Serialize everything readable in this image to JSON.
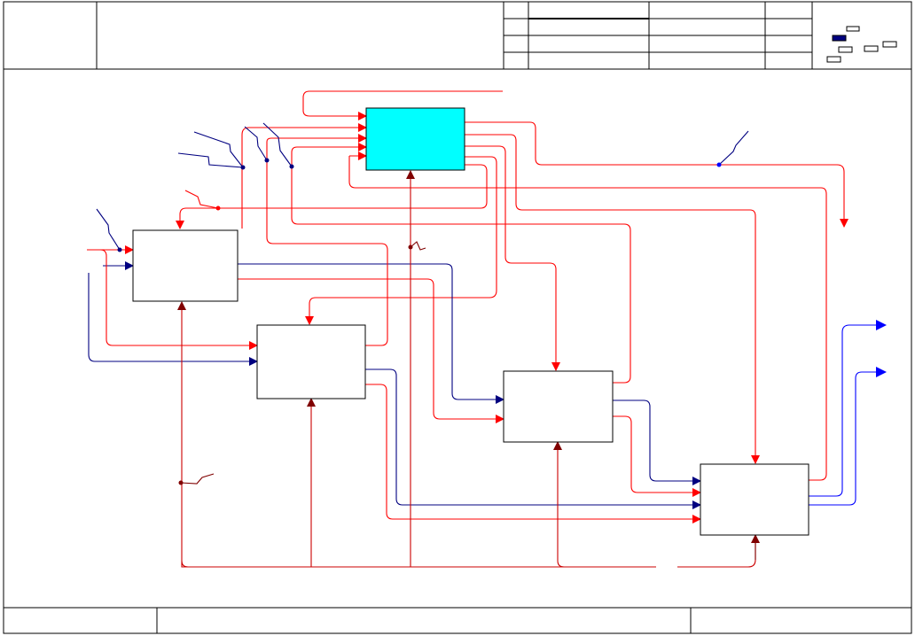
{
  "colors": {
    "frame": "#000000",
    "mechanism": "#cc0000",
    "control": "#ff0000",
    "input": "#000080",
    "output": "#0000ff",
    "context_fill": "#00ffff",
    "call_arrow": "#800000"
  },
  "header": {
    "node_label": "",
    "title": "",
    "revision_rows": [
      {
        "num": "",
        "desc": "",
        "date": "",
        "by": ""
      },
      {
        "num": "",
        "desc": "",
        "date": "",
        "by": ""
      },
      {
        "num": "",
        "desc": "",
        "date": "",
        "by": ""
      }
    ],
    "context_mini_icon": "context-diagram-icon"
  },
  "diagram": {
    "boxes": [
      {
        "id": "context",
        "label": ""
      },
      {
        "id": "activity-1",
        "label": ""
      },
      {
        "id": "activity-2",
        "label": ""
      },
      {
        "id": "activity-3",
        "label": ""
      },
      {
        "id": "activity-4",
        "label": ""
      }
    ]
  },
  "footer": {
    "node": "",
    "title": "",
    "number": ""
  }
}
